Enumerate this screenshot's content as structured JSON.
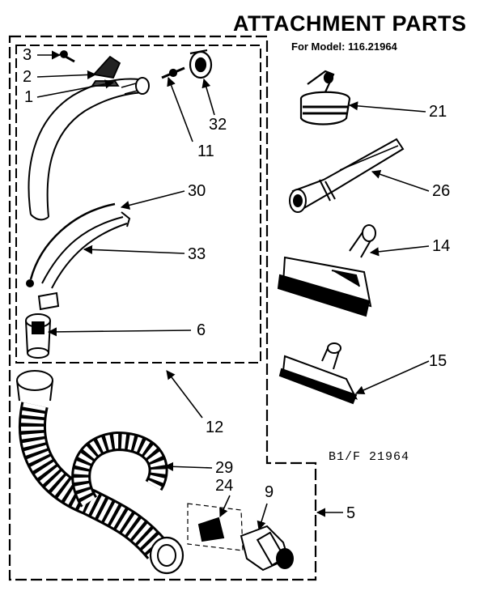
{
  "header": {
    "title": "ATTACHMENT PARTS",
    "model_line": "For Model: 116.21964"
  },
  "reference_code": "B1/F 21964",
  "callouts": {
    "p1": "1",
    "p2": "2",
    "p3": "3",
    "p32": "32",
    "p11": "11",
    "p30": "30",
    "p33": "33",
    "p6": "6",
    "p12": "12",
    "p29": "29",
    "p24": "24",
    "p9": "9",
    "p5": "5",
    "p21": "21",
    "p26": "26",
    "p14": "14",
    "p15": "15"
  }
}
